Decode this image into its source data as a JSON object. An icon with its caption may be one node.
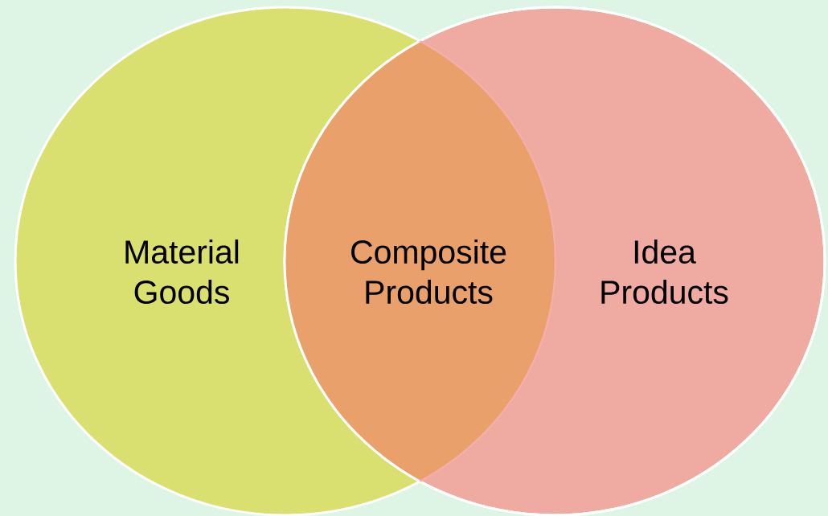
{
  "diagram": {
    "nodes": [
      {
        "text": [
          "Material Goods"
        ]
      },
      {
        "text": [
          "Composite Products"
        ]
      },
      {
        "text": [
          "Idea Products"
        ]
      }
    ]
  }
}
